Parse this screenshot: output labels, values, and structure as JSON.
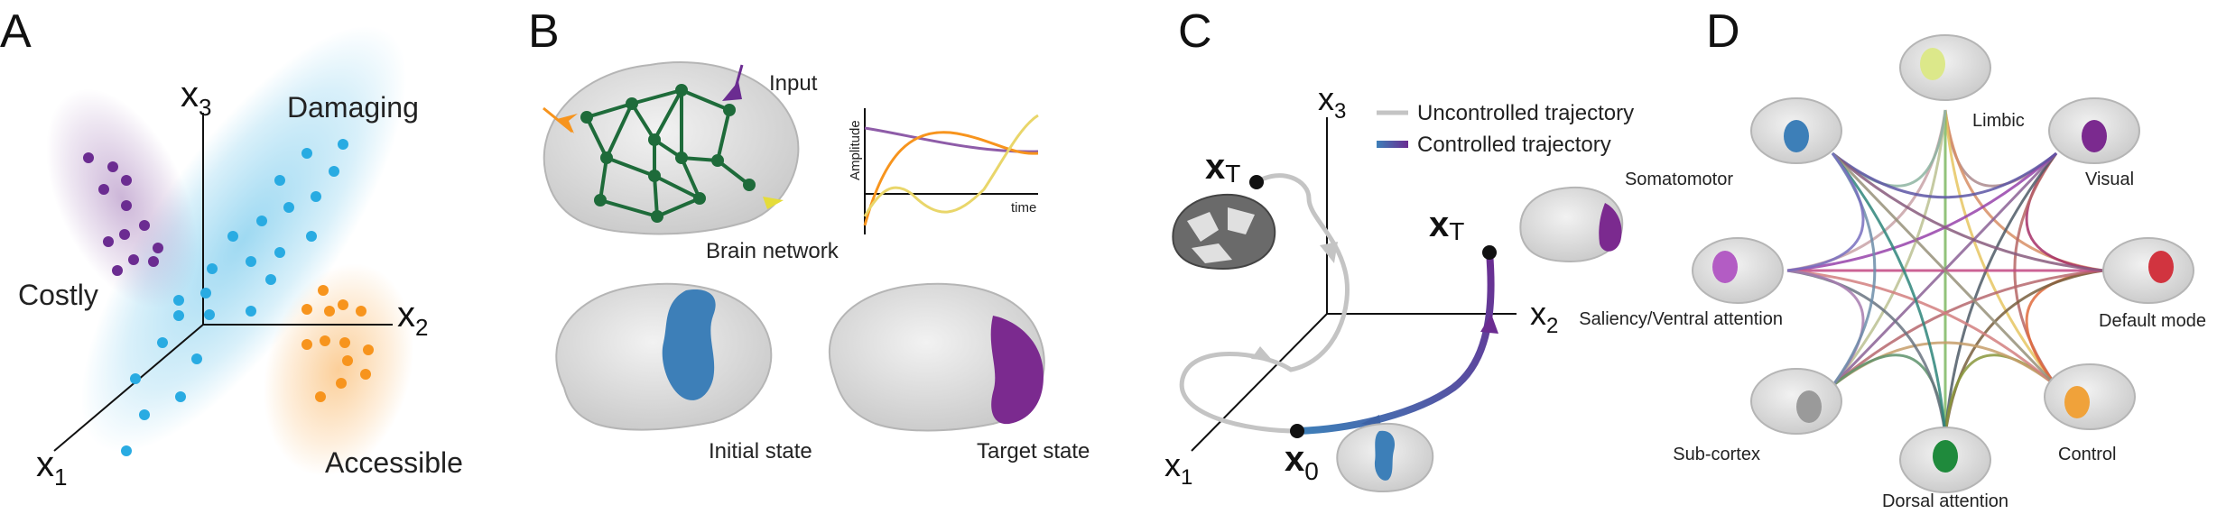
{
  "panels": {
    "a": {
      "letter": "A",
      "axes": {
        "x1": "x",
        "x1_sub": "1",
        "x2": "x",
        "x2_sub": "2",
        "x3": "x",
        "x3_sub": "3"
      },
      "clusters": {
        "damaging": {
          "label": "Damaging",
          "color": "#29abe2"
        },
        "costly": {
          "label": "Costly",
          "color": "#6b2c91"
        },
        "accessible": {
          "label": "Accessible",
          "color": "#f7941d"
        }
      }
    },
    "b": {
      "letter": "B",
      "input_label": "Input",
      "brain_network_label": "Brain network",
      "amplitude_label": "Amplitude",
      "time_label": "time",
      "initial_state_label": "Initial state",
      "target_state_label": "Target state",
      "network_color": "#1e6b3a",
      "initial_region_color": "#3d7fb8",
      "target_region_color": "#7b2a8f"
    },
    "c": {
      "letter": "C",
      "axes": {
        "x1": "x",
        "x1_sub": "1",
        "x2": "x",
        "x2_sub": "2",
        "x3": "x",
        "x3_sub": "3"
      },
      "legend_uncontrolled": "Uncontrolled trajectory",
      "legend_controlled": "Controlled trajectory",
      "xT_a": "x",
      "xT_a_sub": "T",
      "xT_b": "x",
      "xT_b_sub": "T",
      "x0": "x",
      "x0_sub": "0"
    },
    "d": {
      "letter": "D",
      "systems": [
        {
          "label": "Limbic",
          "color": "#dce88a"
        },
        {
          "label": "Visual",
          "color": "#7b2a8f"
        },
        {
          "label": "Default mode",
          "color": "#d1343f"
        },
        {
          "label": "Control",
          "color": "#f0a23a"
        },
        {
          "label": "Dorsal attention",
          "color": "#1f8a3c"
        },
        {
          "label": "Sub-cortex",
          "color": "#9a9a9a"
        },
        {
          "label": "Saliency/Ventral attention",
          "color": "#b35cc4"
        },
        {
          "label": "Somatomotor",
          "color": "#3d7fb8"
        }
      ]
    }
  }
}
